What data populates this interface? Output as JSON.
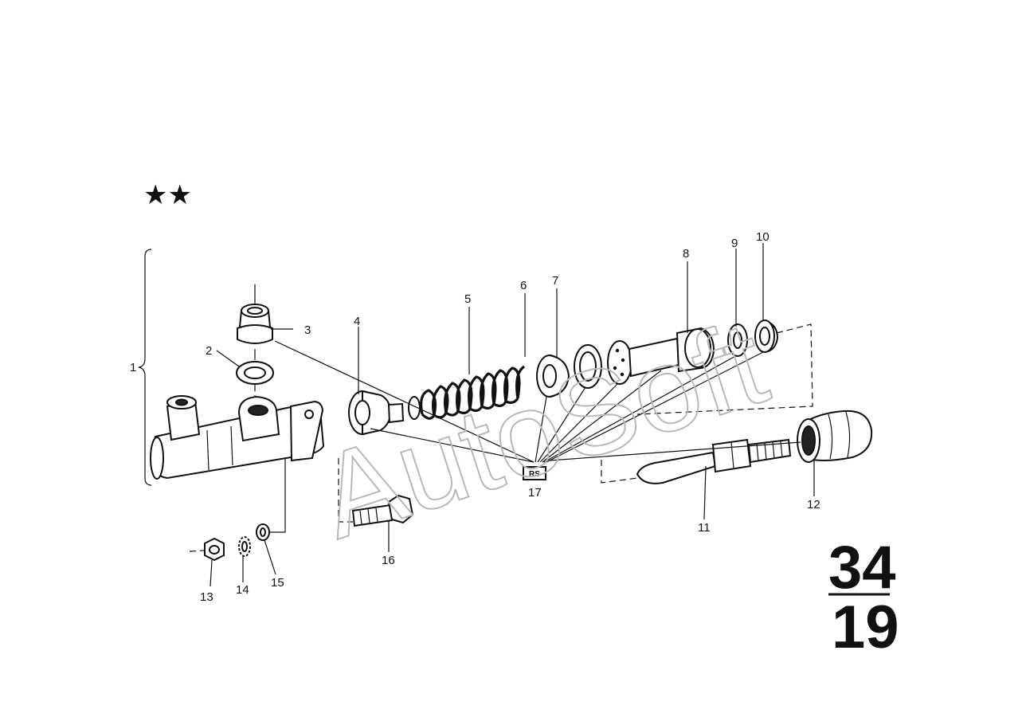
{
  "symbols": {
    "stars": "★★"
  },
  "callouts": [
    {
      "label": "1"
    },
    {
      "label": "2"
    },
    {
      "label": "3"
    },
    {
      "label": "4"
    },
    {
      "label": "5"
    },
    {
      "label": "6"
    },
    {
      "label": "7"
    },
    {
      "label": "8"
    },
    {
      "label": "9"
    },
    {
      "label": "10"
    },
    {
      "label": "11"
    },
    {
      "label": "12"
    },
    {
      "label": "13"
    },
    {
      "label": "14"
    },
    {
      "label": "15"
    },
    {
      "label": "16"
    },
    {
      "label": "17"
    }
  ],
  "repair_kit_badge": "RS",
  "page_ref": {
    "group": "34",
    "sheet": "19"
  },
  "watermark": "AutoSoft"
}
